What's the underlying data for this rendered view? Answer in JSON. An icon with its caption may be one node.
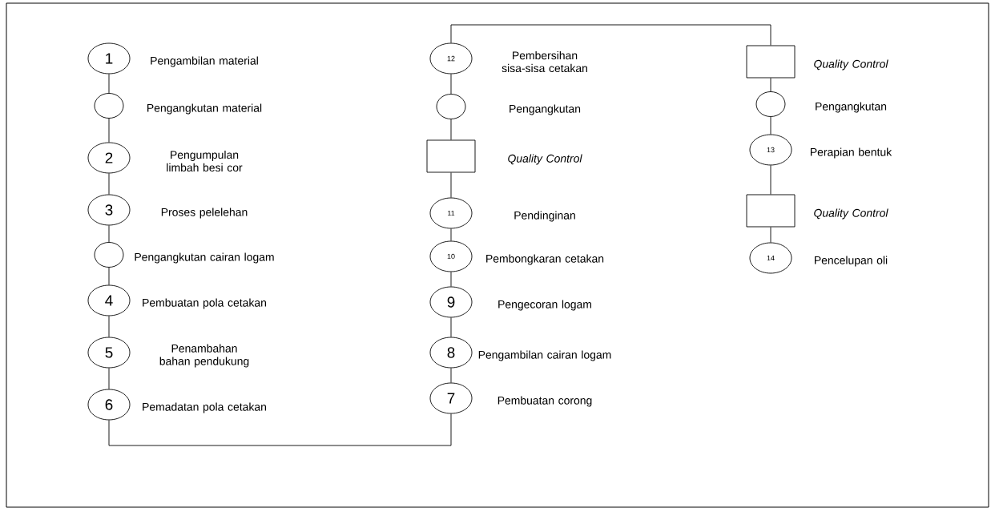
{
  "diagram": {
    "nodes": [
      {
        "text": [
          "1"
        ],
        "beside": [
          "Pengambilan material"
        ]
      },
      {
        "text": [],
        "shape": "circle",
        "beside": [
          "Pengangkutan material"
        ]
      },
      {
        "text": [
          "2"
        ],
        "beside": [
          "Pengumpulan limbah besi cor"
        ]
      },
      {
        "text": [
          "3"
        ],
        "beside": [
          "Proses pelelehan"
        ]
      },
      {
        "text": [],
        "shape": "circle",
        "beside": [
          "Pengangkutan cairan logam"
        ]
      },
      {
        "text": [
          "4"
        ],
        "beside": [
          "Pembuatan pola cetakan"
        ]
      },
      {
        "text": [
          "5"
        ],
        "beside": [
          "Penambahan bahan pendukung"
        ]
      },
      {
        "text": [
          "6"
        ],
        "beside": [
          "Pemadatan pola cetakan"
        ]
      },
      {
        "text": [
          "12"
        ],
        "beside": [
          "Pembersihan sisa-sisa cetakan"
        ]
      },
      {
        "text": [],
        "shape": "circle",
        "beside": [
          "Pengangkutan"
        ]
      },
      {
        "text": [],
        "shape": "box",
        "beside": [
          "Quality Control"
        ]
      },
      {
        "text": [
          "11"
        ],
        "beside": [
          "Pendinginan"
        ]
      },
      {
        "text": [
          "10"
        ],
        "beside": [
          "Pembongkaran cetakan"
        ]
      },
      {
        "text": [
          "9"
        ],
        "beside": [
          "Pengecoran logam"
        ]
      },
      {
        "text": [
          "8"
        ],
        "beside": [
          "Pengambilan cairan logam"
        ]
      },
      {
        "text": [
          "7"
        ],
        "beside": [
          "Pembuatan corong"
        ]
      },
      {
        "text": [],
        "shape": "box",
        "beside": [
          "Quality Control"
        ]
      },
      {
        "text": [],
        "shape": "circle",
        "beside": [
          "Pengangkutan"
        ]
      },
      {
        "text": [
          "13"
        ],
        "beside": [
          "Perapian bentuk"
        ]
      },
      {
        "text": [],
        "shape": "box",
        "beside": [
          "Quality Control"
        ]
      },
      {
        "text": [
          "14"
        ],
        "beside": [
          "Pencelupan oli"
        ]
      }
    ],
    "edges": [
      {
        "from": 0,
        "to": 1,
        "arrow": "none"
      },
      {
        "from": 1,
        "to": 2,
        "arrow": "none"
      },
      {
        "from": 2,
        "to": 3,
        "arrow": "none"
      },
      {
        "from": 3,
        "to": 4,
        "arrow": "none"
      },
      {
        "from": 4,
        "to": 5,
        "arrow": "none"
      },
      {
        "from": 5,
        "to": 6,
        "arrow": "none"
      },
      {
        "from": 6,
        "to": 7,
        "arrow": "none"
      },
      {
        "from": 7,
        "to": 15,
        "arrow": "none"
      },
      {
        "from": 15,
        "to": 14,
        "arrow": "none"
      },
      {
        "from": 14,
        "to": 13,
        "arrow": "none"
      },
      {
        "from": 13,
        "to": 12,
        "arrow": "none"
      },
      {
        "from": 12,
        "to": 11,
        "arrow": "none"
      },
      {
        "from": 11,
        "to": 10,
        "arrow": "none"
      },
      {
        "from": 10,
        "to": 9,
        "arrow": "none"
      },
      {
        "from": 9,
        "to": 8,
        "arrow": "none"
      },
      {
        "from": 8,
        "to": 16,
        "arrow": "none"
      },
      {
        "from": 16,
        "to": 17,
        "arrow": "none"
      },
      {
        "from": 17,
        "to": 18,
        "arrow": "none"
      },
      {
        "from": 18,
        "to": 19,
        "arrow": "none"
      },
      {
        "from": 19,
        "to": 20,
        "arrow": "none"
      }
    ]
  }
}
